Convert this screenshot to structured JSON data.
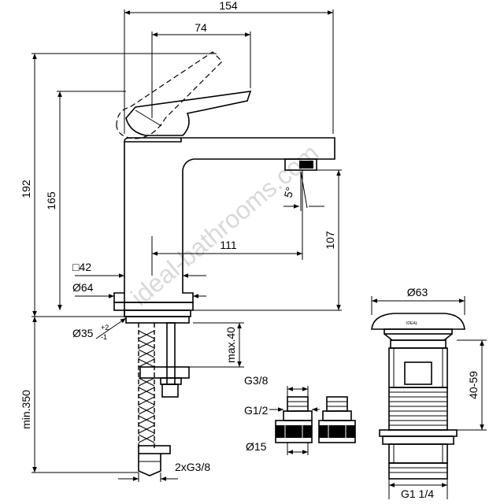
{
  "dimensions": {
    "overall_width": "154",
    "handle_reach": "74",
    "overall_height": "192",
    "spout_height": "165",
    "spout_reach": "111",
    "outlet_height": "107",
    "square_base": "□42",
    "base_diameter": "Ø64",
    "hole_diameter": "Ø35",
    "hole_tol_plus": "+2",
    "hole_tol_minus": "-1",
    "spray_angle": "5°",
    "max_deck": "max.40",
    "hose_length": "min.350",
    "hose_thread": "2xG3/8",
    "waste_cap": "Ø63",
    "waste_range": "40-59",
    "waste_thread": "G1 1/4",
    "adapter_thread_top": "G3/8",
    "adapter_thread_mid": "G1/2",
    "adapter_diameter": "Ø15"
  },
  "watermark": "ideal-bathrooms.com",
  "colors": {
    "line": "#000000",
    "watermark": "#d9d9d9"
  }
}
